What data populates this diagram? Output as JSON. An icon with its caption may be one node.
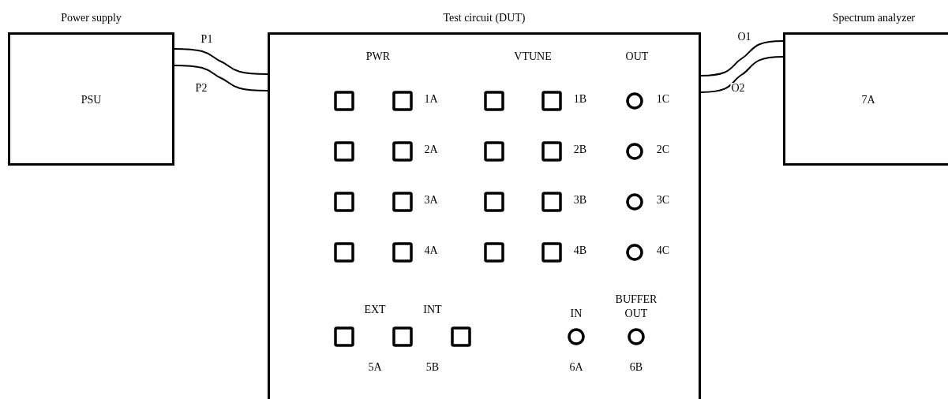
{
  "diagram": {
    "nodes": [
      {
        "text": [
          "Power supply",
          "PSU"
        ]
      },
      {
        "text": [
          "Test circuit (DUT)"
        ]
      },
      {
        "text": [
          "Spectrum analyzer",
          "7A"
        ]
      }
    ],
    "edges": [
      {
        "from": 0,
        "to": 1,
        "arrow": "none",
        "label": "P1"
      },
      {
        "from": 0,
        "to": 1,
        "arrow": "none",
        "label": "P2"
      },
      {
        "from": 1,
        "to": 2,
        "arrow": "none",
        "label": "O1"
      },
      {
        "from": 1,
        "to": 2,
        "arrow": "none",
        "label": "O2"
      }
    ],
    "labels": [
      "PWR",
      "VTUNE",
      "OUT",
      "1A",
      "1B",
      "1C",
      "2A",
      "2B",
      "2C",
      "3A",
      "3B",
      "3C",
      "4A",
      "4B",
      "4C",
      "EXT",
      "INT",
      "BUFFER",
      "IN",
      "OUT",
      "5A",
      "5B",
      "6A",
      "6B"
    ]
  }
}
